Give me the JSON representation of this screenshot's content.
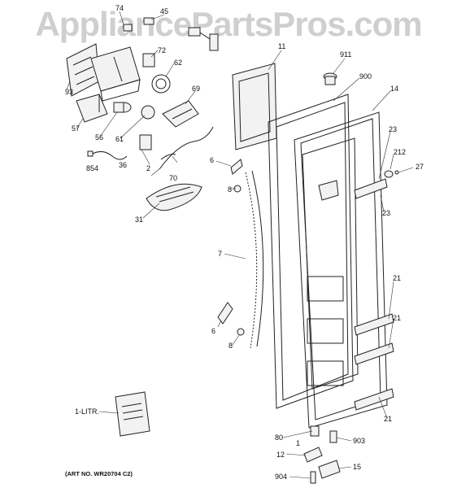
{
  "watermark": "AppliancePartsPros.com",
  "caption": "(ART NO. WR20704 C2)",
  "manual_label": "1-LITR.",
  "callouts": [
    "74",
    "45",
    "72",
    "93",
    "62",
    "57",
    "56",
    "61",
    "69",
    "854",
    "36",
    "2",
    "70",
    "31",
    "11",
    "911",
    "900",
    "14",
    "23",
    "212",
    "27",
    "6",
    "8",
    "7",
    "23",
    "6",
    "8",
    "21",
    "21",
    "21",
    "80",
    "903",
    "12",
    "15",
    "904",
    "1"
  ],
  "colors": {
    "watermark": "#cfcfcf",
    "line": "#222222",
    "background": "#ffffff"
  }
}
